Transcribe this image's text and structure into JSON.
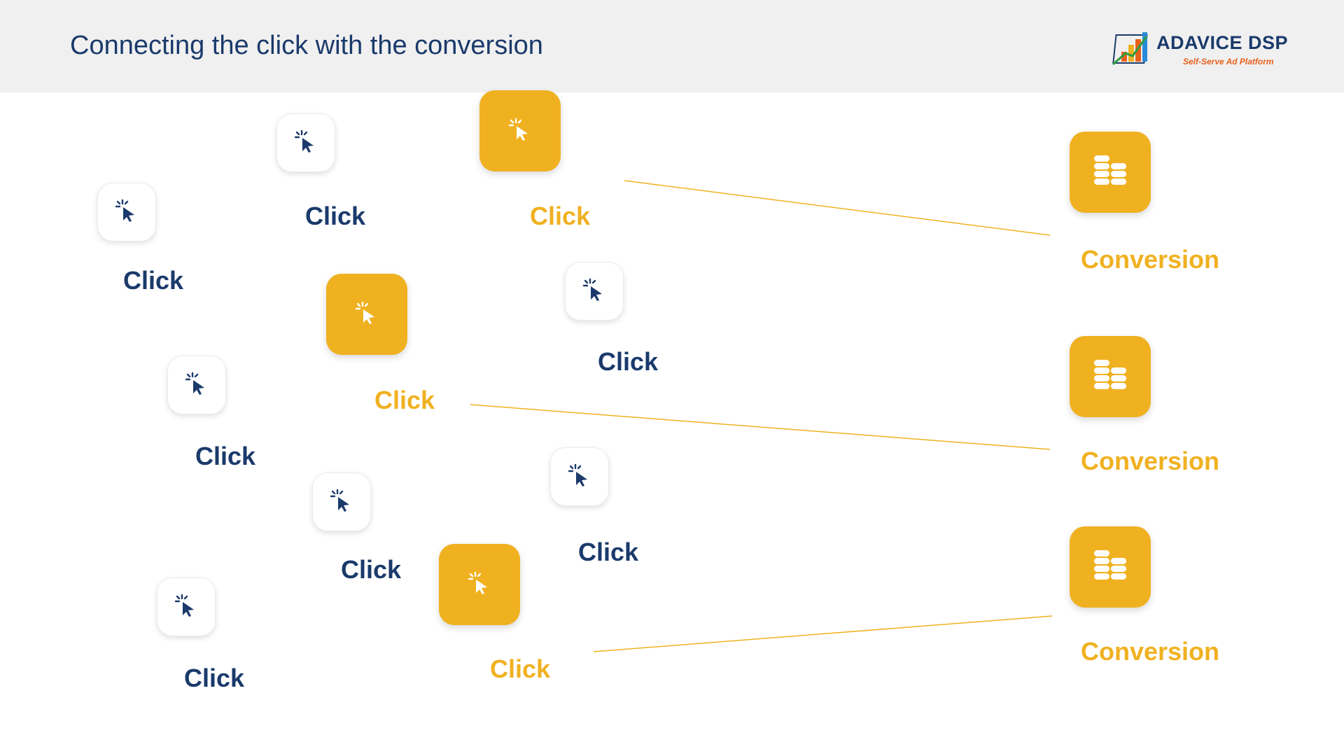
{
  "header": {
    "title": "Connecting the click with the conversion",
    "logo": {
      "name": "ADAVICE DSP",
      "tagline": "Self-Serve Ad Platform"
    }
  },
  "colors": {
    "navy": "#1a3a6b",
    "gold": "#f0b121",
    "logo_orange": "#e8601c"
  },
  "nodes": [
    {
      "id": "click-1",
      "label": "Click",
      "style": "white",
      "icon": "cursor-click-icon"
    },
    {
      "id": "click-2",
      "label": "Click",
      "style": "white",
      "icon": "cursor-click-icon"
    },
    {
      "id": "click-3",
      "label": "Click",
      "style": "gold",
      "icon": "cursor-click-icon"
    },
    {
      "id": "click-4",
      "label": "Click",
      "style": "white",
      "icon": "cursor-click-icon"
    },
    {
      "id": "click-5",
      "label": "Click",
      "style": "gold",
      "icon": "cursor-click-icon"
    },
    {
      "id": "click-6",
      "label": "Click",
      "style": "white",
      "icon": "cursor-click-icon"
    },
    {
      "id": "click-7",
      "label": "Click",
      "style": "white",
      "icon": "cursor-click-icon"
    },
    {
      "id": "click-8",
      "label": "Click",
      "style": "white",
      "icon": "cursor-click-icon"
    },
    {
      "id": "click-9",
      "label": "Click",
      "style": "white",
      "icon": "cursor-click-icon"
    },
    {
      "id": "click-10",
      "label": "Click",
      "style": "gold",
      "icon": "cursor-click-icon"
    },
    {
      "id": "conversion-1",
      "label": "Conversion",
      "style": "gold",
      "icon": "coins-stack-icon"
    },
    {
      "id": "conversion-2",
      "label": "Conversion",
      "style": "gold",
      "icon": "coins-stack-icon"
    },
    {
      "id": "conversion-3",
      "label": "Conversion",
      "style": "gold",
      "icon": "coins-stack-icon"
    }
  ],
  "connections": [
    {
      "from": "click-3",
      "to": "conversion-1"
    },
    {
      "from": "click-5",
      "to": "conversion-2"
    },
    {
      "from": "click-10",
      "to": "conversion-3"
    }
  ]
}
